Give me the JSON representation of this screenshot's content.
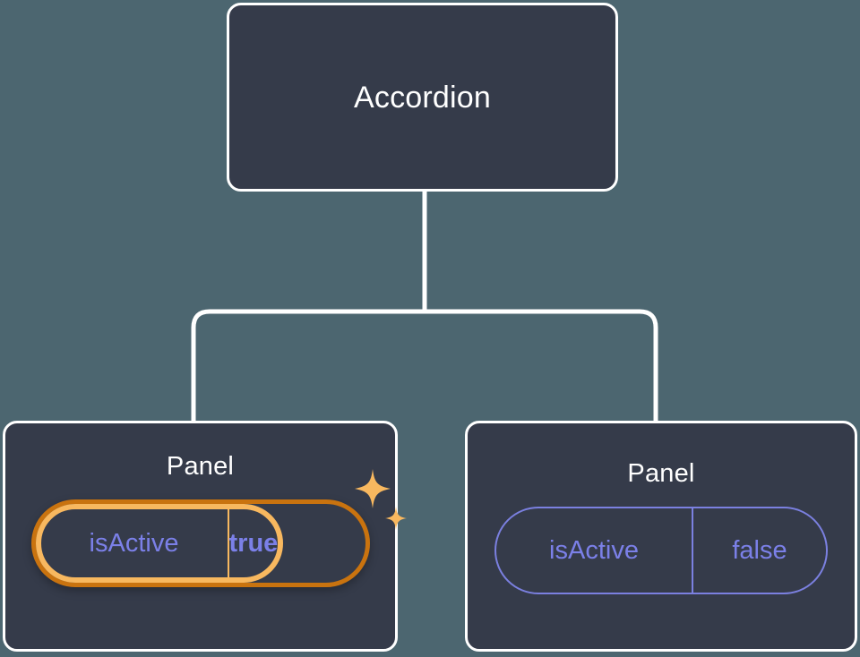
{
  "diagram": {
    "type": "component-tree",
    "background_color": "#4c6670",
    "node_fill_color": "#353b4a",
    "node_border_color": "#ffffff",
    "connector_color": "#ffffff",
    "prop_text_color": "#7b80e8",
    "highlight_outer_color": "#c9730f",
    "highlight_inner_color": "#f8b85f",
    "root": {
      "title": "Accordion"
    },
    "children": [
      {
        "title": "Panel",
        "highlighted": true,
        "prop": {
          "key": "isActive",
          "value": "true"
        },
        "sparkle_icons": [
          "sparkle-large-icon",
          "sparkle-small-icon"
        ]
      },
      {
        "title": "Panel",
        "highlighted": false,
        "prop": {
          "key": "isActive",
          "value": "false"
        }
      }
    ]
  }
}
